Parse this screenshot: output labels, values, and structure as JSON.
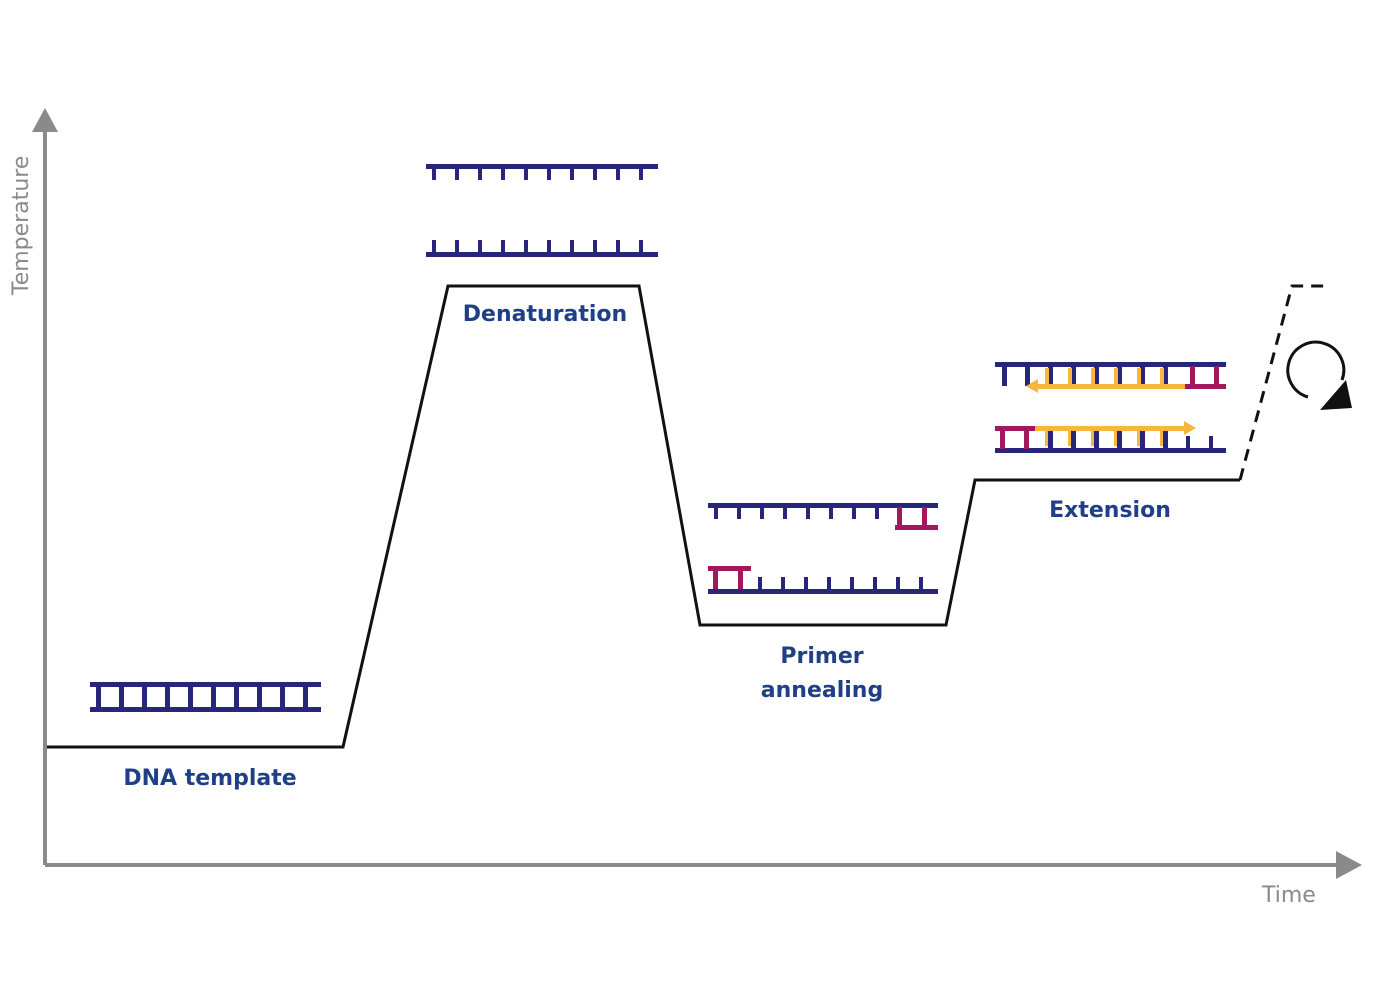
{
  "axes": {
    "x_label": "Time",
    "y_label": "Temperature"
  },
  "stages": {
    "dna_template": "DNA template",
    "denaturation": "Denaturation",
    "primer_annealing_line1": "Primer",
    "primer_annealing_line2": "annealing",
    "extension": "Extension"
  },
  "colors": {
    "axis": "#8a8a8a",
    "profile_line": "#111111",
    "dna_strand": "#27267a",
    "primer": "#a3175f",
    "new_strand": "#f6b73c",
    "stage_label": "#1f3f86"
  },
  "icons": {
    "cycle": "cycle-repeat-icon"
  }
}
